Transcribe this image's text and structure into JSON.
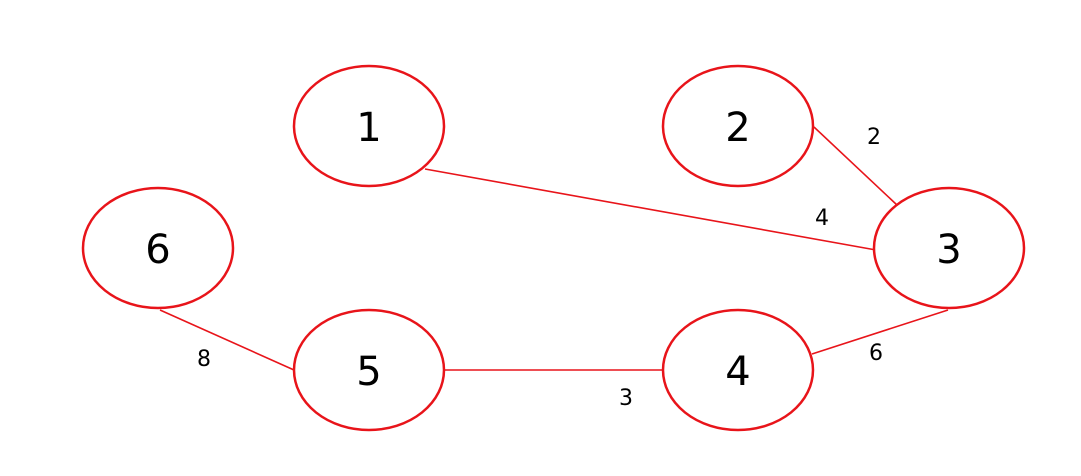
{
  "graph": {
    "edge_color": "#e8141a",
    "node_stroke_color": "#e8141a",
    "nodes": [
      {
        "id": "1",
        "label": "1"
      },
      {
        "id": "2",
        "label": "2"
      },
      {
        "id": "3",
        "label": "3"
      },
      {
        "id": "4",
        "label": "4"
      },
      {
        "id": "5",
        "label": "5"
      },
      {
        "id": "6",
        "label": "6"
      }
    ],
    "edges": [
      {
        "from": "1",
        "to": "3",
        "weight": "4"
      },
      {
        "from": "2",
        "to": "3",
        "weight": "2"
      },
      {
        "from": "3",
        "to": "4",
        "weight": "6"
      },
      {
        "from": "4",
        "to": "5",
        "weight": "3"
      },
      {
        "from": "5",
        "to": "6",
        "weight": "8"
      }
    ]
  }
}
